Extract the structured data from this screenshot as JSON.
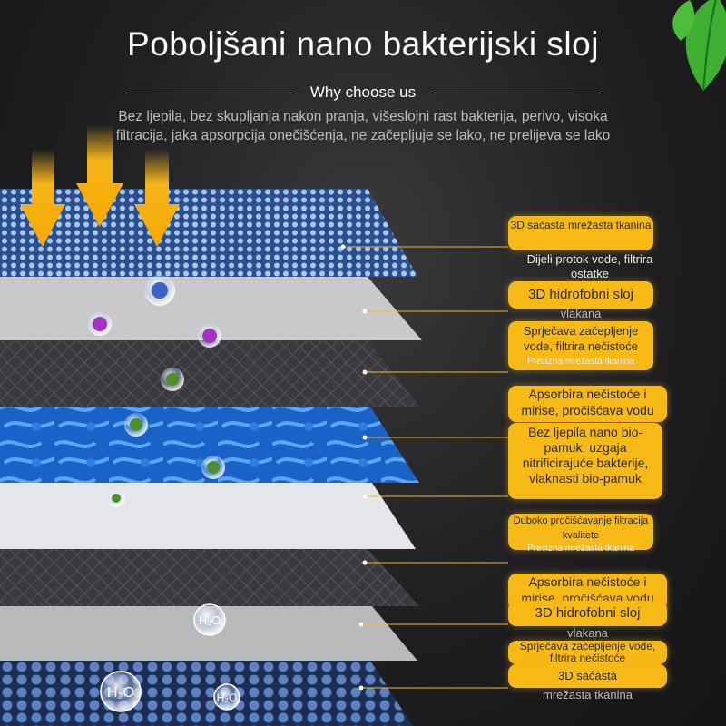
{
  "header": {
    "title": "Poboljšani nano bakterijski sloj",
    "subtitle": "Why choose us",
    "description": "Bez ljepila, bez skupljanja nakon pranja, višeslojni rast bakterija, perivo, visoka filtracija, jaka apsorpcija onečišćenja, ne začepljuje se lako, ne prelijeva se lako"
  },
  "bubbles": {
    "h2o_1": "H₂O",
    "h2o_2": "H₂O",
    "h2o_3": "H₂O"
  },
  "labels": [
    {
      "pill": "3D saćasta mrežasta tkanina",
      "note": "Dijeli protok vode, filtrira ostatke"
    },
    {
      "pill": "3D hidrofobni sloj",
      "note": "vlakana"
    },
    {
      "pill": "Sprječava začepljenje vode, filtrira nečistoće",
      "note": "Precizna mrežasta tkanina"
    },
    {
      "pill": "Apsorbira nečistoće i mirise, pročišćava vodu",
      "note": ""
    },
    {
      "pill": "Bez ljepila nano bio-pamuk, uzgaja nitrificirajuće bakterije, vlaknasti bio-pamuk",
      "note": ""
    },
    {
      "pill": "Duboko pročišćavanje filtracija kvalitete",
      "note": "Precizna mrežasta tkanina"
    },
    {
      "pill": "Apsorbira nečistoće i mirise, pročišćava vodu",
      "note": ""
    },
    {
      "pill": "3D hidrofobni sloj",
      "note": "vlakana"
    },
    {
      "pill": "Sprječava začepljenje vode, filtrira nečistoće",
      "note": ""
    },
    {
      "pill": "3D saćasta",
      "note": "mrežasta tkanina"
    }
  ],
  "colors": {
    "accent_pill": "#f7b916",
    "arrow": "#f5b51a",
    "blue_cotton": "#1f6fd0",
    "background": "#1f1f22"
  }
}
